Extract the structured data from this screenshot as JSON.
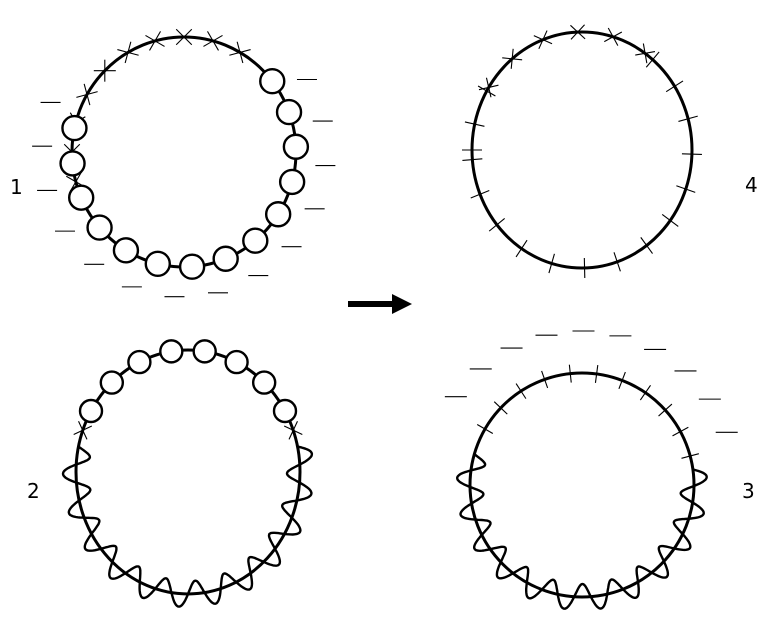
{
  "panels": [
    {
      "label": "1",
      "decorations": [
        "crosses",
        "circles",
        "dashes"
      ]
    },
    {
      "label": "2",
      "decorations": [
        "circles",
        "waves"
      ]
    },
    {
      "label": "3",
      "decorations": [
        "dashes",
        "ticks",
        "waves"
      ]
    },
    {
      "label": "4",
      "decorations": [
        "crosses",
        "ticks"
      ]
    }
  ],
  "arrow": {
    "direction": "right",
    "color": "#000000"
  },
  "colors": {
    "ink": "#000000",
    "background": "#ffffff"
  }
}
